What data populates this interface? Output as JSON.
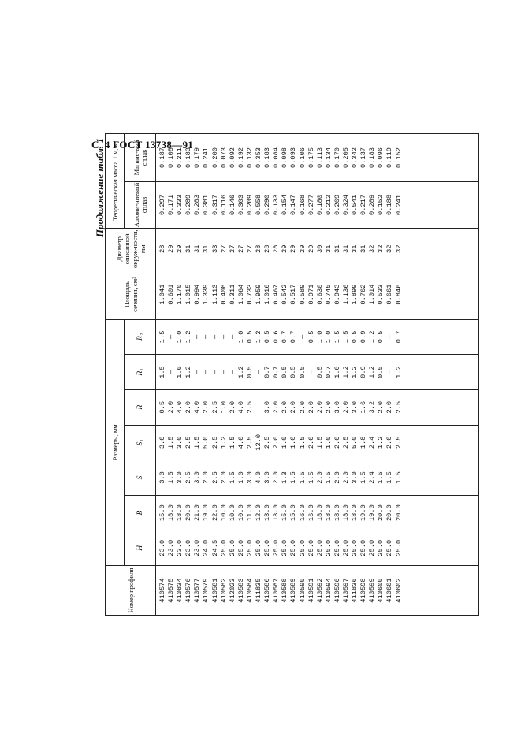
{
  "page_header": "С. 4 ГОСТ 13738—91",
  "continuation_label": "Продолжение табл. 1",
  "table": {
    "headers": {
      "profile_no": "Номер профиля",
      "dimensions_group": "Размеры, мм",
      "H": "H",
      "B": "B",
      "S": "S",
      "S1": "S₁",
      "R": "R",
      "R1": "R₁",
      "R2": "R₂",
      "area": "Площадь сечения, см²",
      "diameter": "Диаметр описанной окруж-ности, мм",
      "mass_group": "Теоретическая масса 1 м, кг",
      "aluminum": "Алюми-ниевый сплав",
      "magnesium": "Магние-вый сплав"
    },
    "columns": {
      "profile_no": [
        "410574",
        "410575",
        "410834",
        "410576",
        "410577",
        "410579",
        "410581",
        "410582",
        "412023",
        "410583",
        "410584",
        "411835",
        "410586",
        "410587",
        "410588",
        "410589",
        "410590",
        "410591",
        "410592",
        "410594",
        "410596",
        "410597",
        "411836",
        "410598",
        "410599",
        "410600",
        "410601",
        "410602"
      ],
      "H": [
        "23.0",
        "23.0",
        "23.0",
        "23.0",
        "23.0",
        "24.0",
        "24.5",
        "25.0",
        "25.0",
        "25.0",
        "25.0",
        "25.0",
        "25.0",
        "25.0",
        "25.0",
        "25.0",
        "25.0",
        "25.0",
        "25.0",
        "25.0",
        "25.0",
        "25.0",
        "25.0",
        "25.0",
        "25.0",
        "25.0",
        "25.0",
        "25.0"
      ],
      "B": [
        "15.0",
        "18.0",
        "18.0",
        "20.0",
        "21.0",
        "19.0",
        "22.0",
        "10.0",
        "10.0",
        "10.0",
        "11.0",
        "12.0",
        "13.0",
        "13.0",
        "15.0",
        "15.0",
        "16.0",
        "16.0",
        "18.0",
        "18.0",
        "18.0",
        "18.0",
        "18.0",
        "19.0",
        "19.0",
        "20.0",
        "20.0",
        "20.0"
      ],
      "S": [
        "3.0",
        "1.5",
        "3.0",
        "2.5",
        "3.0",
        "2.0",
        "2.5",
        "2.0",
        "1.5",
        "1.0",
        "3.0",
        "4.0",
        "3.0",
        "2.0",
        "1.3",
        "1.5",
        "1.5",
        "1.5",
        "2.0",
        "1.5",
        "2.0",
        "2.0",
        "3.0",
        "1.5",
        "2.4",
        "1.5",
        "1.5",
        "1.5"
      ],
      "S1": [
        "3.0",
        "1.5",
        "3.0",
        "2.5",
        "1.5",
        "5.0",
        "2.5",
        "1.2",
        "1.5",
        "4.0",
        "2.5",
        "12.0",
        "2.5",
        "2.0",
        "1.0",
        "1.0",
        "1.5",
        "2.0",
        "1.5",
        "1.0",
        "2.0",
        "2.5",
        "5.0",
        "1.8",
        "2.4",
        "1.2",
        "2.0",
        "2.5"
      ],
      "R": [
        "0.5",
        "2.0",
        "4.0",
        "2.0",
        "4.0",
        "2.0",
        "2.5",
        "1.0",
        "2.0",
        "4.0",
        "2.5",
        "",
        "3.0",
        "2.0",
        "2.0",
        "2.0",
        "2.0",
        "2.0",
        "2.0",
        "2.0",
        "3.0",
        "2.0",
        "3.0",
        "1.6",
        "3.2",
        "2.0",
        "2.0",
        "2.5"
      ],
      "R1": [
        "1.5",
        "—",
        "1.0",
        "1.2",
        "—",
        "—",
        "—",
        "—",
        "—",
        "1.2",
        "0.5",
        "—",
        "0.7",
        "0.7",
        "0.5",
        "0.5",
        "0.5",
        "—",
        "0.5",
        "0.7",
        "1.0",
        "1.2",
        "1.2",
        "0.9",
        "1.2",
        "0.5",
        "—",
        "1.2"
      ],
      "R2": [
        "1.5",
        "—",
        "1.0",
        "1.2",
        "—",
        "—",
        "—",
        "—",
        "—",
        "1.0",
        "0.5",
        "1.2",
        "0.5",
        "0.6",
        "0.7",
        "0.7",
        "—",
        "0.5",
        "1.0",
        "1.0",
        "1.5",
        "1.5",
        "0.5",
        "0.9",
        "1.2",
        "0.5",
        "—",
        "0.7"
      ],
      "area": [
        "1.041",
        "0.601",
        "1.170",
        "1.015",
        "0.994",
        "1.339",
        "1.113",
        "0.408",
        "0.311",
        "1.064",
        "0.733",
        "1.959",
        "1.016",
        "0.467",
        "0.542",
        "0.517",
        "0.589",
        "0.971",
        "0.630",
        "0.745",
        "0.943",
        "1.136",
        "1.899",
        "0.762",
        "1.014",
        "0.533",
        "0.661",
        "0.846"
      ],
      "diameter": [
        "28",
        "29",
        "29",
        "31",
        "31",
        "31",
        "33",
        "27",
        "27",
        "27",
        "27",
        "28",
        "28",
        "28",
        "29",
        "29",
        "29",
        "29",
        "30",
        "31",
        "31",
        "31",
        "31",
        "31",
        "32",
        "32",
        "32",
        "32"
      ],
      "aluminum": [
        "0.297",
        "0.171",
        "0.333",
        "0.289",
        "0.283",
        "0.381",
        "0.317",
        "0.116",
        "0.146",
        "0.303",
        "0.209",
        "0.558",
        "0.290",
        "0.133",
        "0.154",
        "0.147",
        "0.168",
        "0.277",
        "0.180",
        "0.212",
        "0.269",
        "0.324",
        "0.541",
        "0.217",
        "0.289",
        "0.152",
        "0.188",
        "0.241"
      ],
      "magnesium": [
        "0.187",
        "0.108",
        "0.211",
        "0.183",
        "0.179",
        "0.241",
        "0.200",
        "0.073",
        "0.092",
        "0.192",
        "0.132",
        "0.353",
        "0.183",
        "0.084",
        "0.098",
        "0.093",
        "0.106",
        "0.175",
        "0.113",
        "0.134",
        "0.170",
        "0.205",
        "0.342",
        "0.137",
        "0.183",
        "0.096",
        "0.119",
        "0.152"
      ]
    }
  }
}
